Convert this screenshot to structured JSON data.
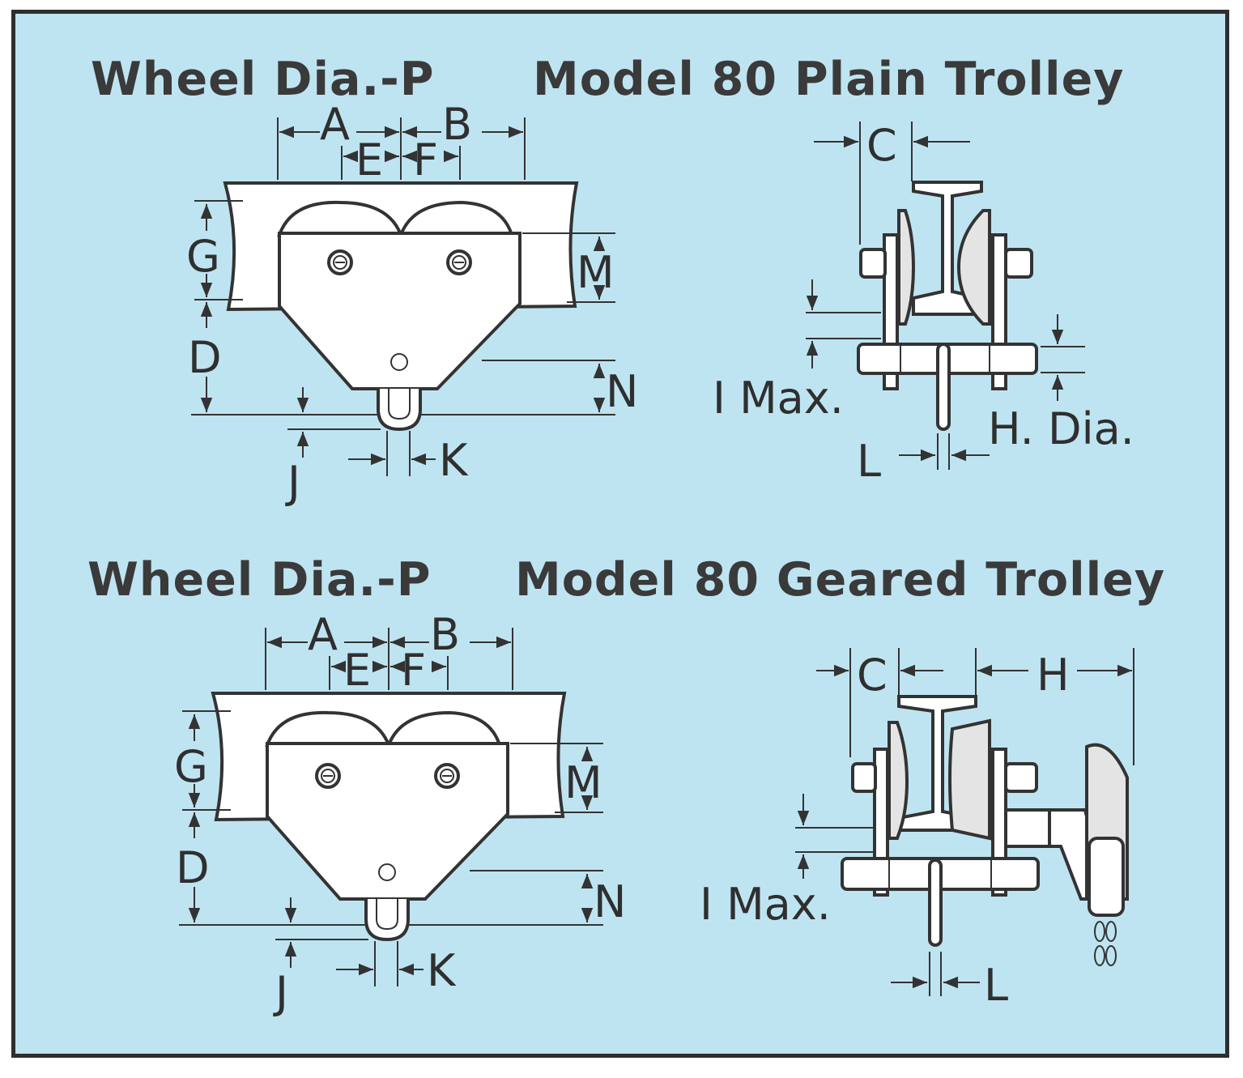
{
  "plain": {
    "wheel_title": "Wheel Dia.-P",
    "model_title": "Model 80 Plain Trolley",
    "front_labels": {
      "a": "A",
      "b": "B",
      "e": "E",
      "f": "F",
      "g": "G",
      "d": "D",
      "m": "M",
      "n": "N",
      "j": "J",
      "k": "K"
    },
    "side_labels": {
      "c": "C",
      "i_max": "I Max.",
      "h_dia": "H. Dia.",
      "l": "L"
    }
  },
  "geared": {
    "wheel_title": "Wheel Dia.-P",
    "model_title": "Model 80 Geared Trolley",
    "front_labels": {
      "a": "A",
      "b": "B",
      "e": "E",
      "f": "F",
      "g": "G",
      "d": "D",
      "m": "M",
      "n": "N",
      "j": "J",
      "k": "K"
    },
    "side_labels": {
      "c": "C",
      "h": "H",
      "i_max": "I Max.",
      "l": "L"
    }
  },
  "colors": {
    "background": "#bfe4f1",
    "ink": "#333333",
    "border": "#2e2e2e"
  }
}
